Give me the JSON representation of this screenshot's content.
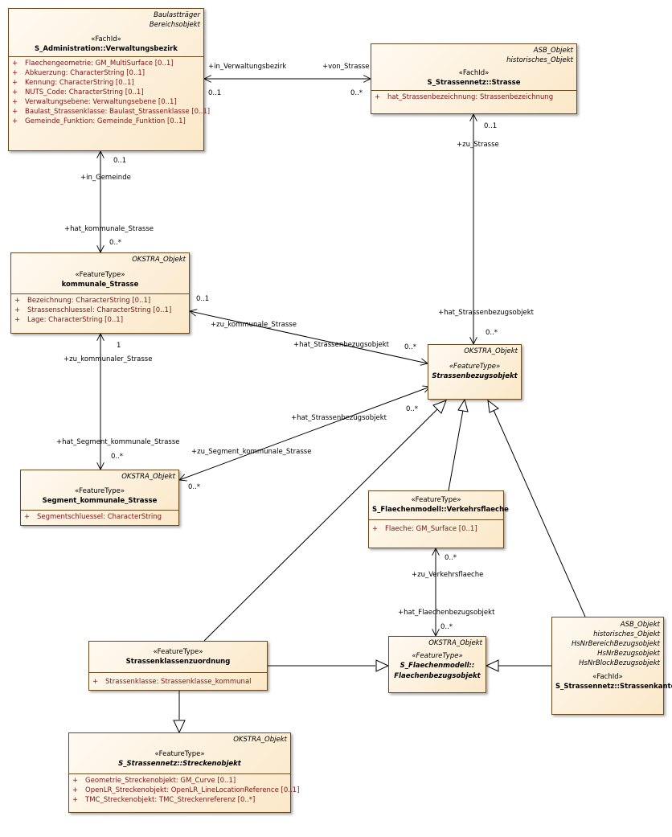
{
  "classes": {
    "verwaltungsbezirk": {
      "tags": [
        "Baulastträger",
        "Bereichsobjekt"
      ],
      "stereotype": "«FachId»",
      "name": "S_Administration::Verwaltungsbezirk",
      "attributes": [
        "Flaechengeometrie: GM_MultiSurface [0..1]",
        "Abkuerzung: CharacterString [0..1]",
        "Kennung: CharacterString [0..1]",
        "NUTS_Code: CharacterString [0..1]",
        "Verwaltungsebene: Verwaltungsebene [0..1]",
        "Baulast_Strassenklasse: Baulast_Strassenklasse [0..1]",
        "Gemeinde_Funktion: Gemeinde_Funktion [0..1]"
      ]
    },
    "strasse": {
      "tags": [
        "ASB_Objekt",
        "historisches_Objekt"
      ],
      "stereotype": "«FachId»",
      "name": "S_Strassennetz::Strasse",
      "attributes": [
        "hat_Strassenbezeichnung: Strassenbezeichnung"
      ]
    },
    "kommunale_strasse": {
      "tags": [
        "OKSTRA_Objekt"
      ],
      "stereotype": "«FeatureType»",
      "name": "kommunale_Strasse",
      "attributes": [
        "Bezeichnung: CharacterString [0..1]",
        "Strassenschluessel: CharacterString [0..1]",
        "Lage: CharacterString [0..1]"
      ]
    },
    "strassenbezugsobjekt": {
      "tags": [
        "OKSTRA_Objekt"
      ],
      "stereotype": "«FeatureType»",
      "name": "Strassenbezugsobjekt",
      "attributes": []
    },
    "segment": {
      "tags": [
        "OKSTRA_Objekt"
      ],
      "stereotype": "«FeatureType»",
      "name": "Segment_kommunale_Strasse",
      "attributes": [
        "Segmentschluessel: CharacterString"
      ]
    },
    "verkehrsflaeche": {
      "tags": [],
      "stereotype": "«FeatureType»",
      "name": "S_Flaechenmodell::Verkehrsflaeche",
      "attributes": [
        "Flaeche: GM_Surface [0..1]"
      ]
    },
    "strassenklassenzuordnung": {
      "tags": [],
      "stereotype": "«FeatureType»",
      "name": "Strassenklassenzuordnung",
      "attributes": [
        "Strassenklasse: Strassenklasse_kommunal"
      ]
    },
    "flaechenbezugsobjekt": {
      "tags": [
        "OKSTRA_Objekt"
      ],
      "stereotype": "«FeatureType»",
      "name": "S_Flaechenmodell::\nFlaechenbezugsobjekt",
      "attributes": []
    },
    "strassenkante": {
      "tags": [
        "ASB_Objekt",
        "historisches_Objekt",
        "HsNrBereichBezugsobjekt",
        "HsNrBezugsobjekt",
        "HsNrBlockBezugsobjekt"
      ],
      "stereotype": "«FachId»",
      "name": "S_Strassennetz::Strassenkante",
      "attributes": []
    },
    "streckenobjekt": {
      "tags": [
        "OKSTRA_Objekt"
      ],
      "stereotype": "«FeatureType»",
      "name": "S_Strassennetz::Streckenobjekt",
      "attributes": [
        "Geometrie_Streckenobjekt: GM_Curve [0..1]",
        "OpenLR_Streckenobjekt: OpenLR_LineLocationReference [0..1]",
        "TMC_Streckenobjekt: TMC_Streckenreferenz [0..*]"
      ]
    }
  },
  "labels": {
    "in_verwaltungsbezirk": "+in_Verwaltungsbezirk",
    "von_strasse": "+von_Strasse",
    "m_verw_01": "0..1",
    "m_strasse_0n": "0..*",
    "m_strasse_01": "0..1",
    "zu_strasse": "+zu_Strasse",
    "m_gemeinde_01": "0..1",
    "in_gemeinde": "+in_Gemeinde",
    "hat_kommunale_strasse": "+hat_kommunale_Strasse",
    "m_komm_0n": "0..*",
    "m_komm_01": "0..1",
    "zu_kommunale_strasse": "+zu_kommunale_Strasse",
    "hat_sbo_1": "+hat_Strassenbezugsobjekt",
    "m_sbo_0n_1": "0..*",
    "hat_sbo_top": "+hat_Strassenbezugsobjekt",
    "m_sbo_0n_top": "0..*",
    "m_komm_1": "1",
    "zu_kommunaler_strasse": "+zu_kommunaler_Strasse",
    "hat_sbo_2": "+hat_Strassenbezugsobjekt",
    "m_sbo_0n_2": "0..*",
    "hat_segment": "+hat_Segment_kommunale_Strasse",
    "m_seg_0n": "0..*",
    "zu_segment": "+zu_Segment_kommunale_Strasse",
    "m_seg_0n_b": "0..*",
    "m_vf_0n": "0..*",
    "zu_verkehrsflaeche": "+zu_Verkehrsflaeche",
    "hat_flaechenbezugsobjekt": "+hat_Flaechenbezugsobjekt",
    "m_fbo_0n": "0..*"
  }
}
